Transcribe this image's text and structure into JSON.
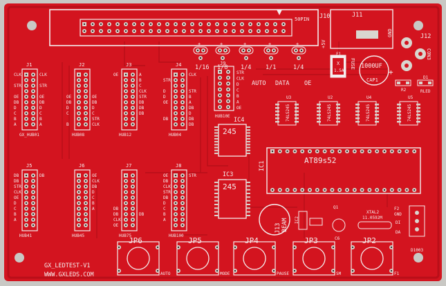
{
  "colors": {
    "board": "#d3141f",
    "board_dark": "#b80f19",
    "silk": "#f4eeee",
    "pad": "#d9d6cf",
    "hole": "#3a2a2a",
    "background": "#c9c8c4"
  },
  "board": {
    "title": "GX_LEDTEST-V1",
    "website": "WWW.GXLEDS.COM"
  },
  "top_header": {
    "ref": "J10",
    "label": "50PIN"
  },
  "power": {
    "j11": "J11",
    "j12": "J12",
    "gnd": "GND",
    "plus5v": "+5V",
    "con3": "CON3",
    "fuse_ref": "F1",
    "fuse_label": "FUSE",
    "fuse_rating": "1.5A",
    "fuse_x": "X",
    "cap_value": "1000UF",
    "cap_ref": "CAP1",
    "cap_plus": "+",
    "r2": "R2",
    "d1": "D1",
    "led": "RLED"
  },
  "j9": {
    "ref": "J9",
    "hub": "HUB10E",
    "pins": [
      "STR",
      "CLK",
      "D",
      "C",
      "B",
      "A",
      "OE"
    ]
  },
  "jumpers": [
    "1/16",
    "1/8",
    "1/4",
    "1/1",
    "1/4"
  ],
  "indicators": {
    "auto": "AUTO",
    "data": "DATA",
    "oe": "OE"
  },
  "chips": {
    "u3": "U3",
    "u2": "U2",
    "u4": "U4",
    "u5": "U5",
    "hc": "74LS245",
    "ic4": "IC4",
    "ic4_part": "245",
    "ic3": "IC3",
    "ic3_part": "245",
    "ic1": "IC1",
    "ic1_part": "AT89s52",
    "ic2": "IC2",
    "q": "Q1"
  },
  "buzzer": {
    "ref": "J13",
    "label": "BEAM"
  },
  "xtal": {
    "ref": "XTAL2",
    "value": "11.0592M"
  },
  "cap_c": "C6",
  "ir": {
    "ref": "F2",
    "pins": [
      "GND",
      "DI",
      "DA"
    ],
    "label": "D1003"
  },
  "buttons": [
    {
      "ref": "JP6",
      "caption": "AUTO"
    },
    {
      "ref": "JP5",
      "caption": "MODE"
    },
    {
      "ref": "JP4",
      "caption": "PAUSE"
    },
    {
      "ref": "JP3",
      "caption": "SM"
    },
    {
      "ref": "JP2",
      "caption": "F1"
    }
  ],
  "hubs_top": [
    {
      "ref": "J1",
      "hub": "GX_HUB01",
      "left": [
        "CLK",
        "",
        "STR",
        "",
        "OE",
        "DB",
        "D",
        "C",
        "B",
        "A"
      ],
      "right": [
        "CLK",
        "",
        "STR",
        "",
        "OE",
        "DB",
        "D",
        "C",
        "B",
        "A"
      ]
    },
    {
      "ref": "J2",
      "hub": "HUB08",
      "left": [
        "",
        "",
        "",
        "",
        "OE",
        "DB",
        "D",
        "C",
        "",
        "B"
      ],
      "right": [
        "",
        "",
        "",
        "",
        "OE",
        "DB",
        "D",
        "C",
        "STR",
        "CLK"
      ]
    },
    {
      "ref": "J3",
      "hub": "HUB12",
      "left": [
        "OE",
        "",
        "",
        "",
        "",
        "",
        "",
        "",
        "",
        ""
      ],
      "right": [
        "A",
        "B",
        "C",
        "CLK",
        "STR",
        "DB",
        "DB",
        "DB",
        "",
        ""
      ]
    },
    {
      "ref": "J4",
      "hub": "HUB04",
      "left": [
        "",
        "STR",
        "",
        "D",
        "D",
        "OE",
        "",
        "",
        "DB",
        ""
      ],
      "right": [
        "CLK",
        "",
        "",
        "STR",
        "B",
        "A",
        "DB",
        "D",
        "DB",
        "DB"
      ]
    }
  ],
  "hubs_bottom": [
    {
      "ref": "J5",
      "hub": "HUB41",
      "left": [
        "DB",
        "DB",
        "STR",
        "CLK",
        "OE",
        "D",
        "C",
        "B",
        "A",
        ""
      ],
      "right": [
        "DB",
        "",
        "",
        "",
        "",
        "",
        "",
        "",
        "",
        ""
      ]
    },
    {
      "ref": "J6",
      "hub": "HUB45",
      "left": [
        "",
        "",
        "",
        "",
        "",
        "",
        "",
        "",
        "",
        ""
      ],
      "right": [
        "OE",
        "CLK",
        "DB",
        "D",
        "C",
        "B",
        "A",
        "",
        "",
        ""
      ]
    },
    {
      "ref": "J7",
      "hub": "HUB75",
      "left": [
        "",
        "",
        "",
        "",
        "",
        "",
        "DB",
        "DB",
        "CLK",
        "OE"
      ],
      "right": [
        "",
        "",
        "",
        "",
        "",
        "",
        "",
        "DB",
        "",
        ""
      ]
    },
    {
      "ref": "J8",
      "hub": "HUB100",
      "left": [
        "OE",
        "DB",
        "CLK",
        "STR",
        "DB",
        "D",
        "C",
        "B",
        "A",
        ""
      ],
      "right": [
        "STR",
        "",
        "",
        "",
        "",
        "",
        "",
        "",
        "",
        ""
      ]
    }
  ]
}
